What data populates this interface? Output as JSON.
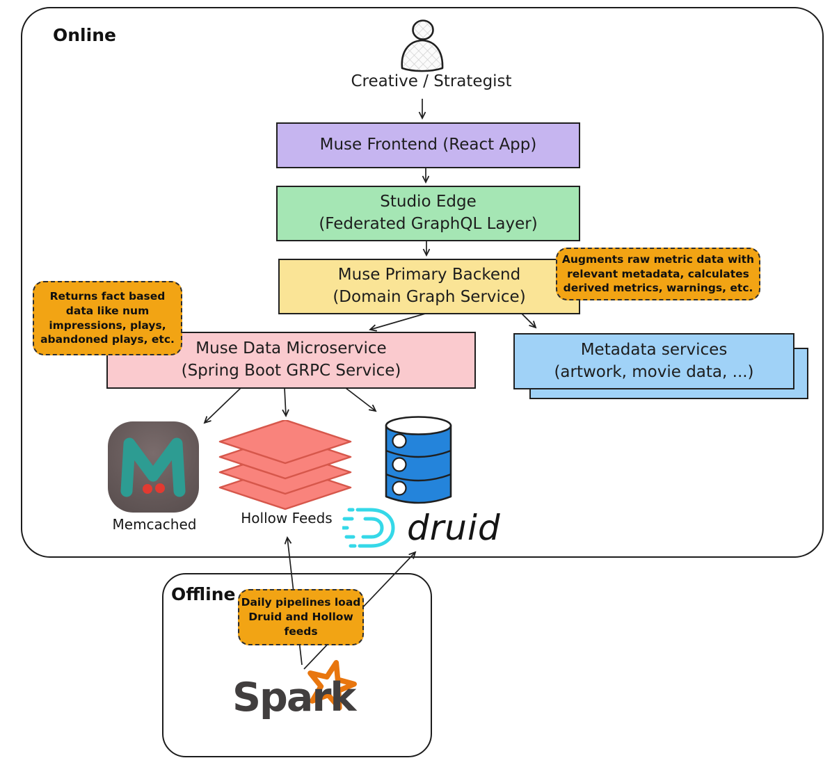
{
  "colors": {
    "ink": "#1f1f1f",
    "frontend_fill": "#c6b5f0",
    "edge_fill": "#a5e6b4",
    "backend_fill": "#fae496",
    "microservice_fill": "#facace",
    "metadata_fill": "#a0d2f7",
    "annotation_fill": "#f2a414",
    "hollow_layers_fill": "#f9837c",
    "druid_cylinder_blue": "#2484db",
    "druid_logo_cyan": "#35d8e8",
    "spark_orange": "#e8760e",
    "memcached_teal": "#2d9c92"
  },
  "online": {
    "label": "Online",
    "actor": {
      "icon": "person-icon",
      "label": "Creative / Strategist"
    },
    "frontend": {
      "line1": "Muse Frontend (React App)"
    },
    "edge": {
      "line1": "Studio Edge",
      "line2": "(Federated GraphQL Layer)"
    },
    "backend": {
      "line1": "Muse Primary Backend",
      "line2": "(Domain Graph Service)"
    },
    "microservice": {
      "line1": "Muse Data Microservice",
      "line2": "(Spring Boot GRPC Service)"
    },
    "metadata": {
      "line1": "Metadata services",
      "line2": "(artwork, movie data, ...)"
    },
    "annotation_augments": {
      "line1": "Augments raw metric data with",
      "line2": "relevant metadata, calculates",
      "line3": "derived metrics, warnings, etc."
    },
    "annotation_returns": {
      "line1": "Returns fact based",
      "line2": "data like num",
      "line3": "impressions, plays,",
      "line4": "abandoned plays, etc."
    },
    "memcached": {
      "icon": "memcached-icon",
      "monogram": "M",
      "label": "Memcached"
    },
    "hollow": {
      "icon": "layers-icon",
      "label": "Hollow Feeds"
    },
    "druid": {
      "icon": "database-cylinder-icon",
      "logo_text": "druid"
    }
  },
  "offline": {
    "label": "Offline",
    "annotation_daily": {
      "line1": "Daily pipelines load",
      "line2": "Druid and Hollow",
      "line3": "feeds"
    },
    "spark": {
      "icon": "spark-star-icon",
      "logo_text": "Spark"
    }
  }
}
